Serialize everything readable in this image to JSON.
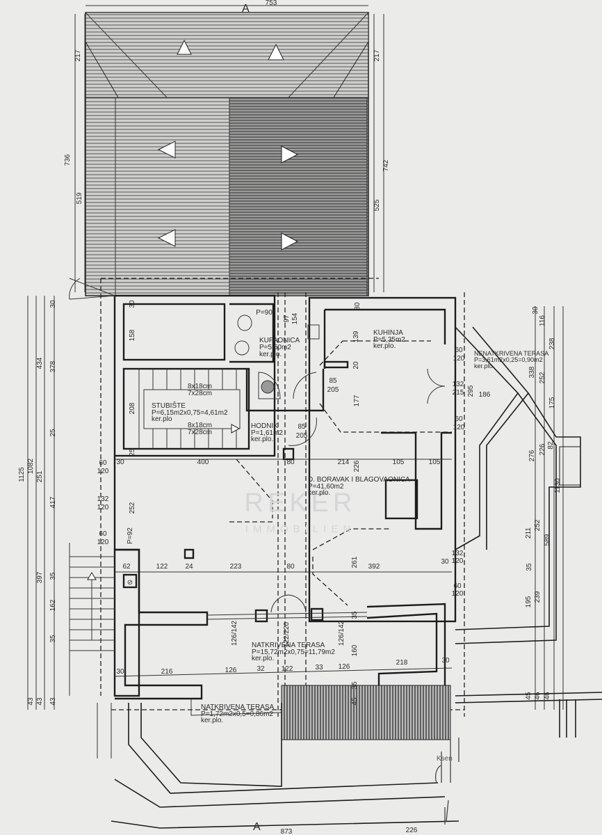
{
  "drawing": {
    "section_marker_top": "A",
    "section_marker_bottom": "A",
    "top_width": "753",
    "watermark": {
      "brand": "REKER",
      "sub": "IMMOBILIEN"
    },
    "handwritten_note": "Ksen"
  },
  "rooms": [
    {
      "name": "KUPAONICA",
      "area": "P=5,50m2",
      "floor": "ker.plo."
    },
    {
      "name": "KUHINJA",
      "area": "P=5,35m2",
      "floor": "ker.plo."
    },
    {
      "name": "STUBIŠTE",
      "area": "P=6,15m2x0,75=4,61m2",
      "floor": "ker.plo"
    },
    {
      "name": "HODNIK",
      "area": "P=1,61m2",
      "floor": "ker.plo."
    },
    {
      "name": "D. BORAVAK I BLAGOVAONICA",
      "area": "P=41,60m2",
      "floor": "ker.plo."
    },
    {
      "name": "NATKRIVENA TERASA",
      "area": "P=15,72m2x0,75=11,79m2",
      "floor": "ker.plo."
    },
    {
      "name": "NATKRIVENA TERASA",
      "area": "P=1,72m2x0,5=0,86m2",
      "floor": "ker.plo."
    },
    {
      "name": "NENATKRIVENA TERASA",
      "area": "P=3,61m2x0,25=0,90m2",
      "floor": "ker.plo."
    }
  ],
  "stairs": {
    "step1": "8x18cm",
    "step2": "7x28cm",
    "step3": "8x18cm",
    "step4": "7x28cm"
  },
  "dims": [
    "217",
    "736",
    "519",
    "217",
    "742",
    "525",
    "30",
    "158",
    "208",
    "25",
    "30",
    "400",
    "80",
    "214",
    "105",
    "105",
    "226",
    "60",
    "120",
    "132",
    "120",
    "60",
    "120",
    "252",
    "P=92",
    "62",
    "122",
    "24",
    "223",
    "80",
    "261",
    "392",
    "30",
    "132",
    "120",
    "60",
    "120",
    "126/142",
    "122/220",
    "126/142",
    "35",
    "160",
    "30",
    "216",
    "126",
    "32",
    "122",
    "33",
    "126",
    "218",
    "30",
    "35",
    "45",
    "30",
    "139",
    "20",
    "177",
    "85",
    "205",
    "85",
    "205",
    "P=90",
    "97",
    "154",
    "60",
    "120",
    "132",
    "215",
    "295",
    "186",
    "60",
    "120",
    "30",
    "116",
    "238",
    "338",
    "252",
    "175",
    "276",
    "226",
    "82",
    "1130",
    "211",
    "252",
    "589",
    "35",
    "195",
    "239",
    "45",
    "46",
    "46",
    "30",
    "434",
    "378",
    "25",
    "1125",
    "1082",
    "251",
    "417",
    "397",
    "35",
    "162",
    "35",
    "43",
    "43",
    "43",
    "873",
    "226"
  ]
}
